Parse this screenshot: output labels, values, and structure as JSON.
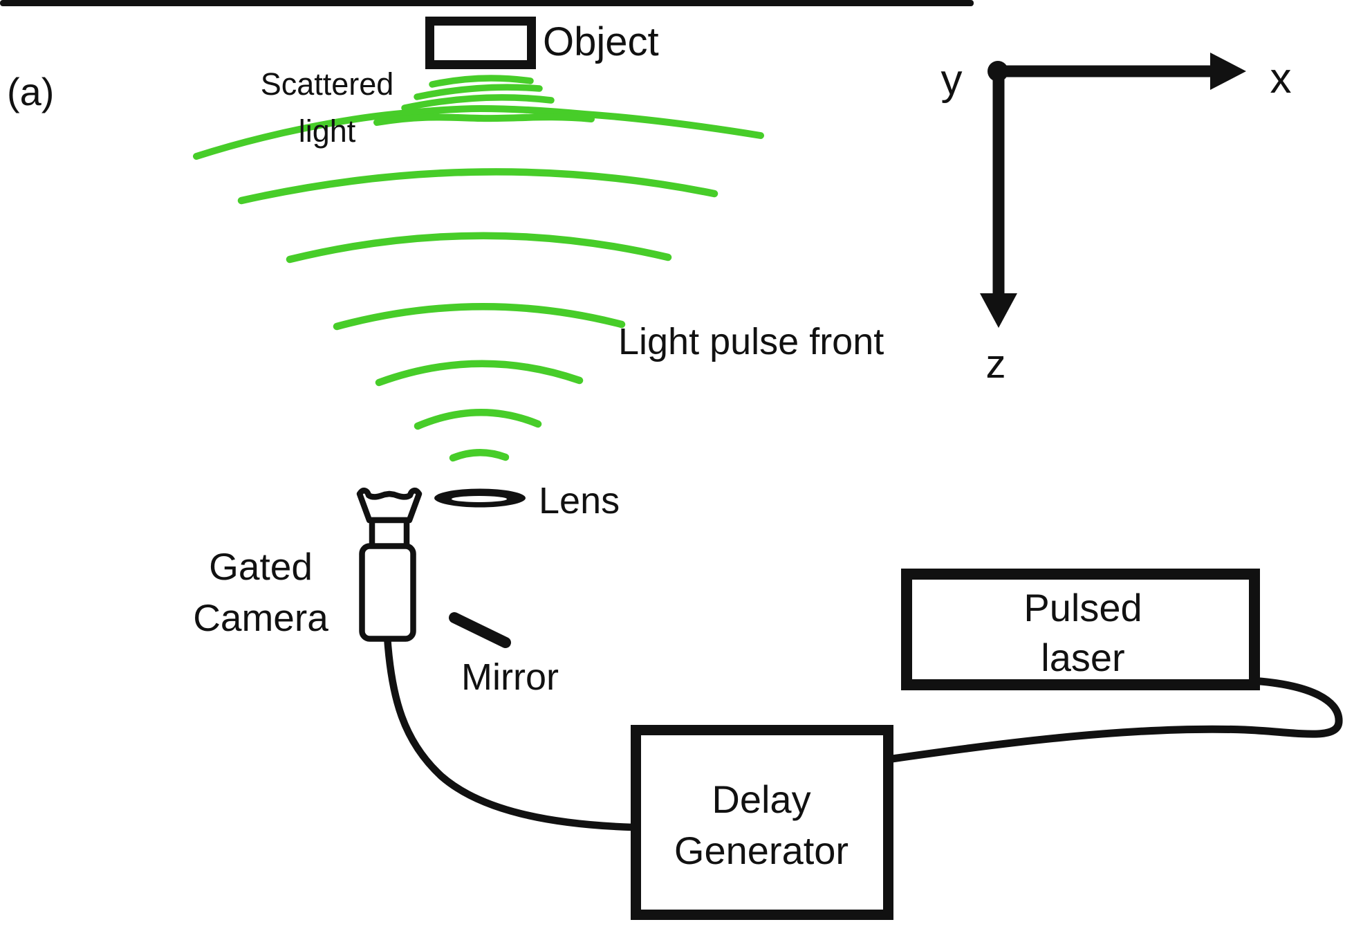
{
  "figure": {
    "panel_label": "(a)"
  },
  "object": {
    "label": "Object"
  },
  "scattered_light": {
    "label_line1": "Scattered",
    "label_line2": "light"
  },
  "light_pulse_front": {
    "label": "Light pulse front"
  },
  "axes": {
    "x_label": "x",
    "y_label": "y",
    "z_label": "z"
  },
  "lens": {
    "label": "Lens"
  },
  "gated_camera": {
    "label_line1": "Gated",
    "label_line2": "Camera"
  },
  "mirror": {
    "label": "Mirror"
  },
  "pulsed_laser": {
    "label_line1": "Pulsed",
    "label_line2": "laser"
  },
  "delay_generator": {
    "label_line1": "Delay",
    "label_line2": "Generator"
  },
  "colors": {
    "beam_green": "#47cd29",
    "beam_green_dark": "#2f9e1c",
    "ink_black": "#111111",
    "background": "#ffffff"
  }
}
